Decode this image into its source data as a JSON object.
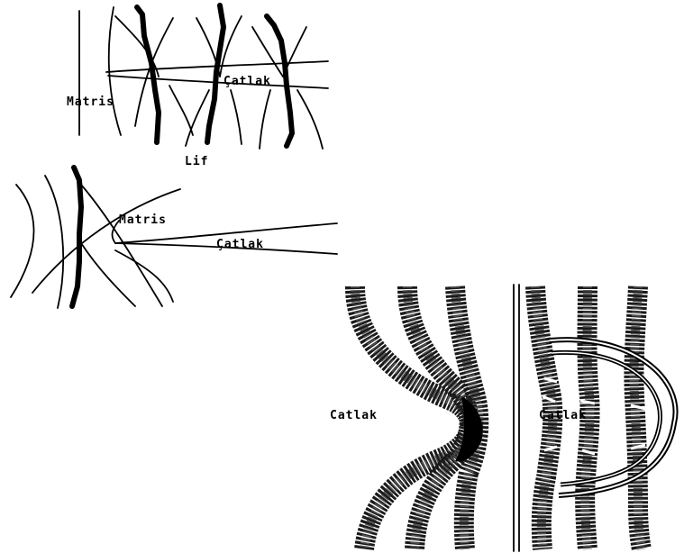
{
  "panel_top": {
    "label_matris": "Matris",
    "label_catlak": "Çatlak",
    "label_lif": "Lif"
  },
  "panel_middle": {
    "label_matris": "Matris",
    "label_catlak": "Çatlak"
  },
  "panel_bottom_left": {
    "label_catlak": "Catlak"
  },
  "panel_bottom_right": {
    "label_catlak": "Catlak"
  }
}
